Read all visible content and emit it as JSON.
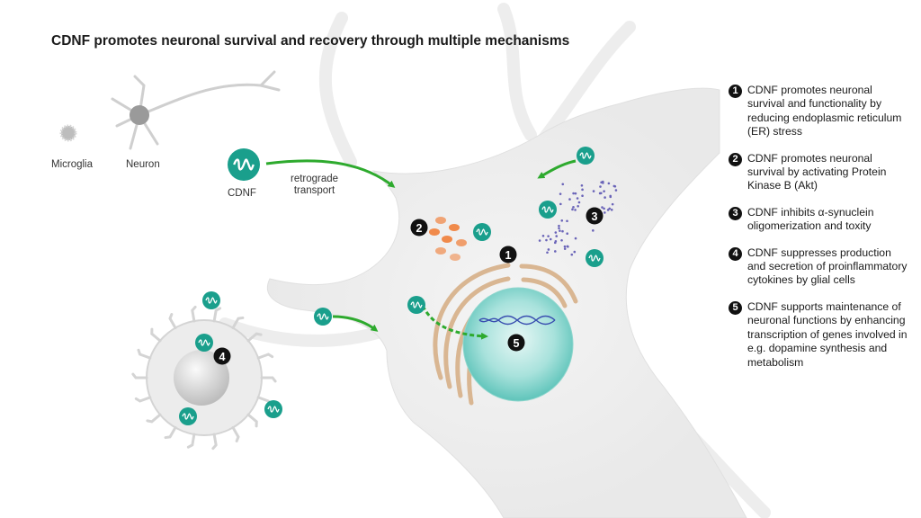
{
  "title": "CDNF promotes neuronal survival and recovery through multiple mechanisms",
  "labels": {
    "microglia": "Microglia",
    "neuron": "Neuron",
    "cdnf": "CDNF",
    "retrograde_line1": "retrograde",
    "retrograde_line2": "transport"
  },
  "markers": [
    "1",
    "2",
    "3",
    "4",
    "5"
  ],
  "legend": [
    {
      "num": "1",
      "text": "CDNF promotes neuronal survival and functionality by reducing endoplasmic reticulum (ER) stress"
    },
    {
      "num": "2",
      "text": "CDNF promotes neuronal survival by activating Protein Kinase B (Akt)"
    },
    {
      "num": "3",
      "text": "CDNF inhibits α-synuclein oligomerization and toxity"
    },
    {
      "num": "4",
      "text": "CDNF suppresses production and secretion of proinflammatory cytokines by glial cells"
    },
    {
      "num": "5",
      "text": "CDNF supports maintenance of neuronal functions by enhancing transcription of genes involved in e.g. dopamine synthesis and metabolism"
    }
  ],
  "colors": {
    "cdnf_teal": "#1a9f8c",
    "arrow_green": "#2eaa2e",
    "er_tan": "#d9b692",
    "nucleus_teal": "#7fd3cb",
    "akt_orange": "#f08a4b",
    "synuclein_purple": "#6a64b8",
    "cell_gray": "#ececec"
  }
}
